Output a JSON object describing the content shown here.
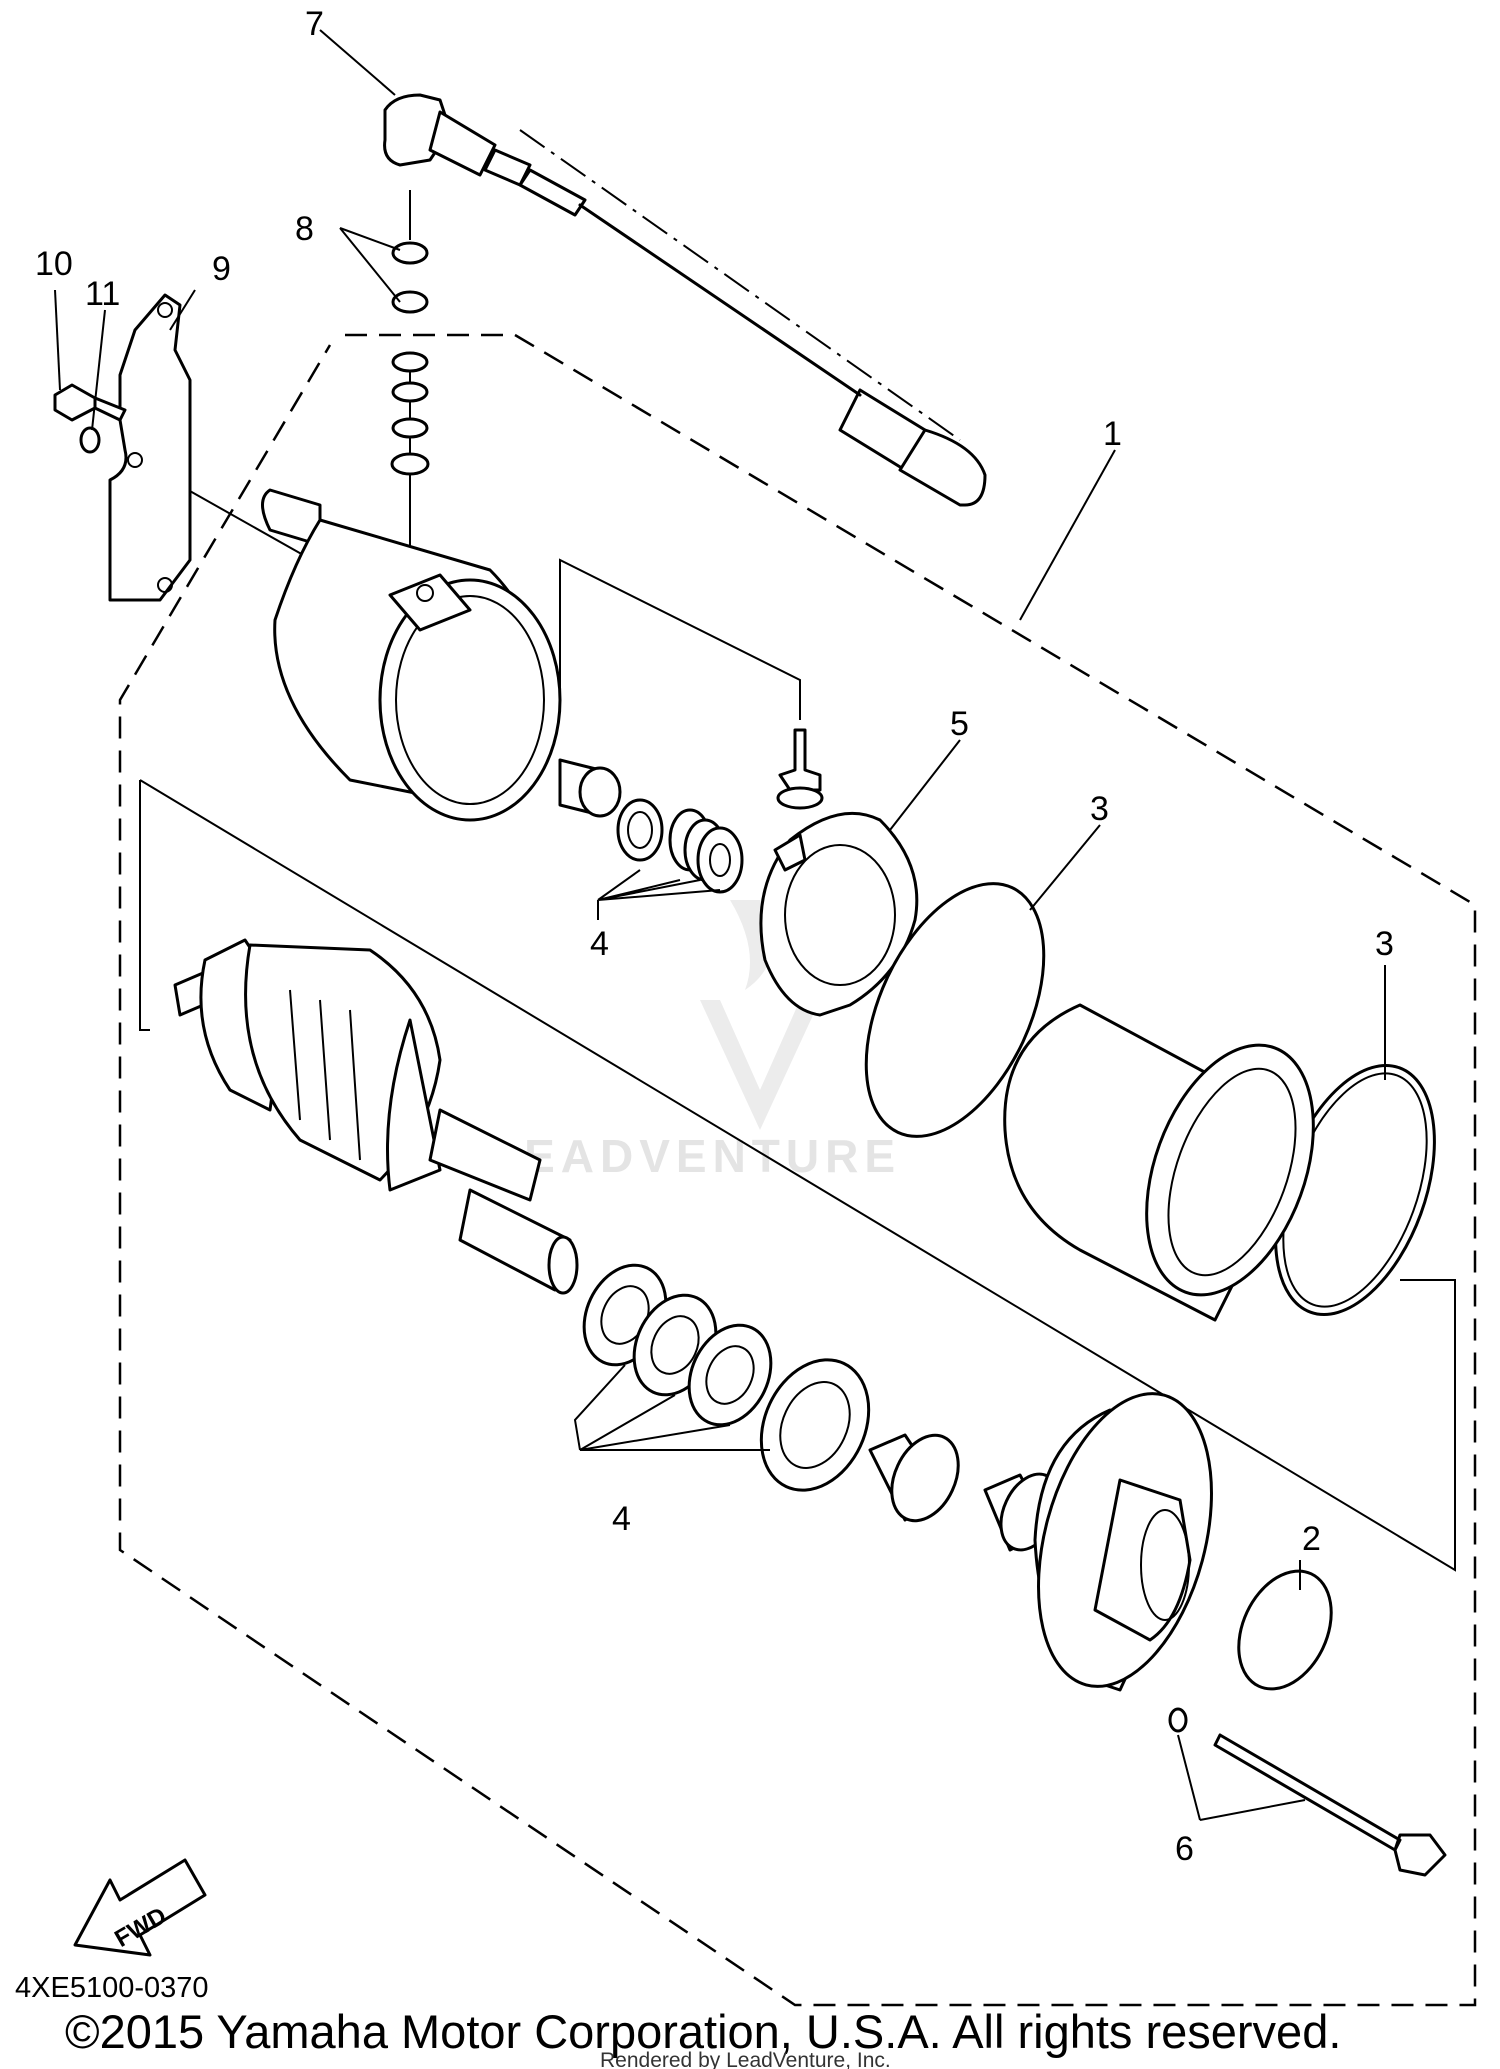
{
  "diagram": {
    "callouts": [
      {
        "id": "1",
        "label": "1"
      },
      {
        "id": "2",
        "label": "2"
      },
      {
        "id": "3a",
        "label": "3"
      },
      {
        "id": "3b",
        "label": "3"
      },
      {
        "id": "4a",
        "label": "4"
      },
      {
        "id": "4b",
        "label": "4"
      },
      {
        "id": "5",
        "label": "5"
      },
      {
        "id": "6",
        "label": "6"
      },
      {
        "id": "7",
        "label": "7"
      },
      {
        "id": "8",
        "label": "8"
      },
      {
        "id": "9",
        "label": "9"
      },
      {
        "id": "10",
        "label": "10"
      },
      {
        "id": "11",
        "label": "11"
      }
    ],
    "fwd_label": "FWD",
    "watermark": "LEADVENTURE",
    "diagram_code": "4XE5100-0370",
    "copyright": "©2015 Yamaha Motor Corporation, U.S.A. All rights reserved.",
    "rendered_by": "Rendered by LeadVenture, Inc."
  }
}
